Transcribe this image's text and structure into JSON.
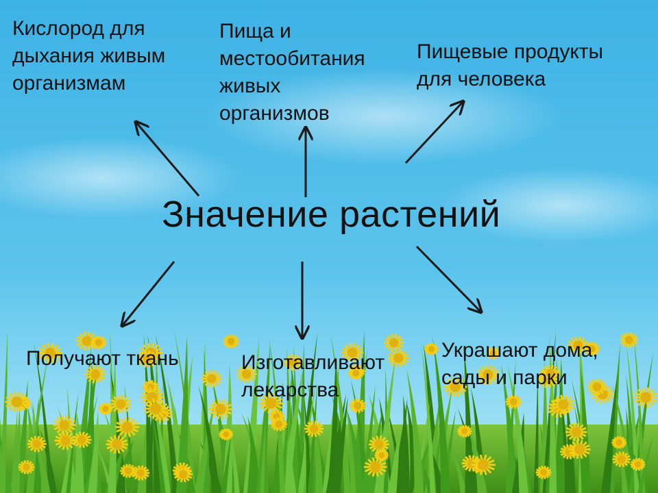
{
  "center": "Значение растений",
  "nodes": {
    "oxygen": [
      "Кислород для",
      "дыхания живым",
      "организмам"
    ],
    "food_habitat": [
      "Пища и",
      "местообитания",
      "живых",
      "организмов"
    ],
    "human_food": [
      "Пищевые продукты",
      "для человека"
    ],
    "fabric": [
      "Получают ткань"
    ],
    "medicine": [
      "Изготавливают",
      "лекарства"
    ],
    "decorate": [
      "Украшают дома,",
      "сады и парки"
    ]
  },
  "colors": {
    "sky_top": "#3fb4e6",
    "sky_bottom": "#aee6f7",
    "grass": "#5aa82a",
    "grass_dark": "#2f7d12",
    "flower": "#f4d21c",
    "arrow": "#1a1a1a"
  }
}
